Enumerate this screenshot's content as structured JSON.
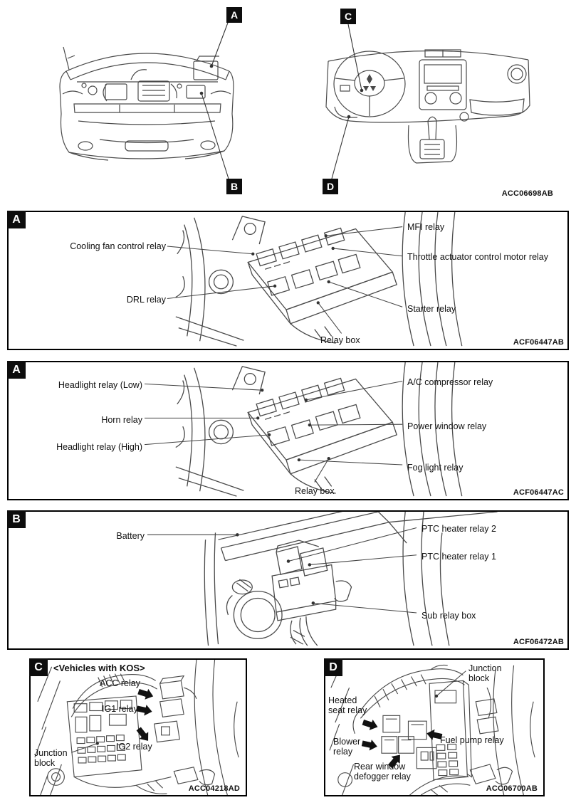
{
  "overview": {
    "code": "ACC06698AB",
    "tags": {
      "a": "A",
      "b": "B",
      "c": "C",
      "d": "D"
    }
  },
  "panel_a1": {
    "tag": "A",
    "code": "ACF06447AB",
    "labels": {
      "cooling_fan": "Cooling fan control relay",
      "drl": "DRL relay",
      "mfi": "MFI relay",
      "throttle": "Throttle actuator control motor relay",
      "starter": "Starter relay",
      "relay_box": "Relay box"
    }
  },
  "panel_a2": {
    "tag": "A",
    "code": "ACF06447AC",
    "labels": {
      "headlight_low": "Headlight relay (Low)",
      "horn": "Horn relay",
      "headlight_high": "Headlight relay (High)",
      "ac_compressor": "A/C compressor relay",
      "power_window": "Power window relay",
      "fog_light": "Fog light relay",
      "relay_box": "Relay box"
    }
  },
  "panel_b": {
    "tag": "B",
    "code": "ACF06472AB",
    "labels": {
      "battery": "Battery",
      "ptc2": "PTC heater relay 2",
      "ptc1": "PTC heater relay 1",
      "sub_relay_box": "Sub relay box"
    }
  },
  "panel_c": {
    "tag": "C",
    "code": "ACC04218AD",
    "title": "<Vehicles with KOS>",
    "labels": {
      "acc": "ACC relay",
      "ig1": "IG1 relay",
      "ig2": "IG2 relay",
      "junction_block": "Junction block"
    }
  },
  "panel_d": {
    "tag": "D",
    "code": "ACC06700AB",
    "labels": {
      "junction_block": "Junction block",
      "heated_seat": "Heated seat relay",
      "blower": "Blower relay",
      "rear_defogger": "Rear window defogger relay",
      "fuel_pump": "Fuel pump relay"
    }
  }
}
